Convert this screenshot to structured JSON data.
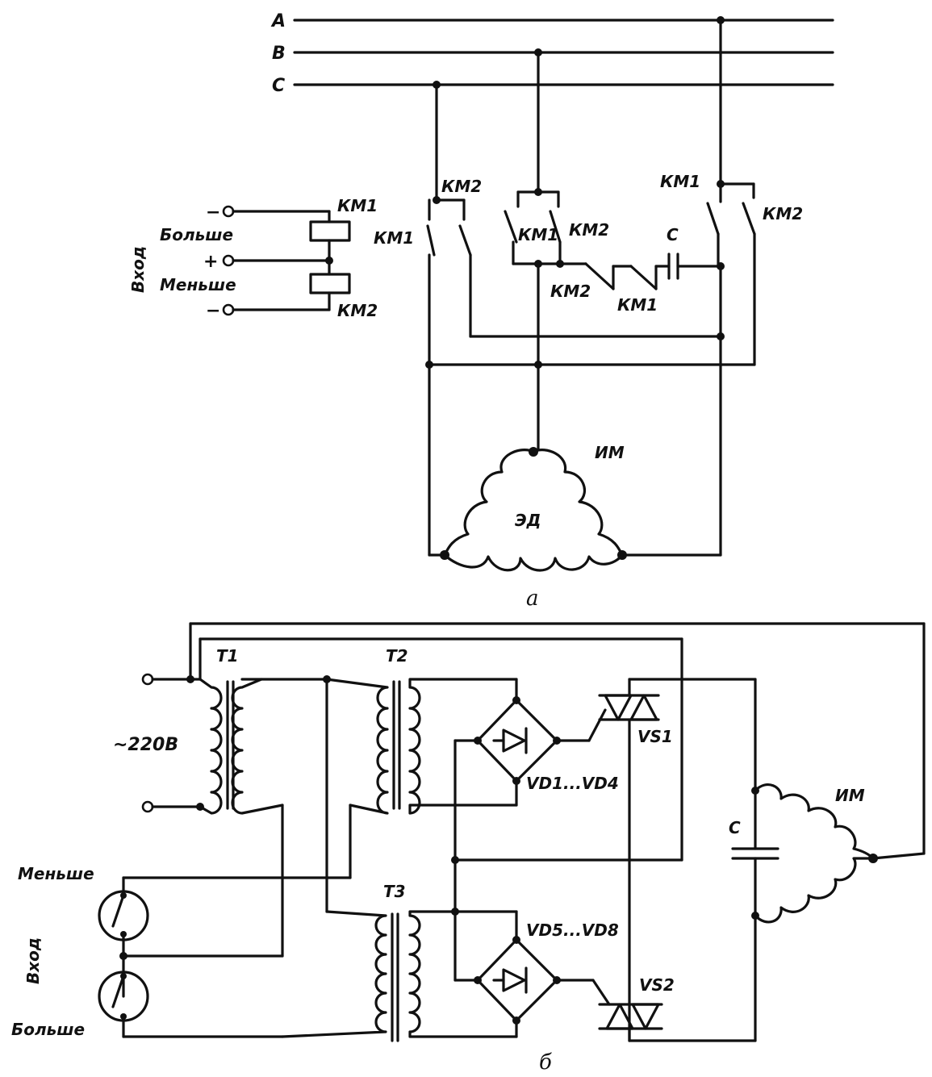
{
  "diagram_a": {
    "phases": [
      "A",
      "B",
      "C"
    ],
    "input_label": "Вход",
    "more_label": "Больше",
    "less_label": "Меньше",
    "term_minus_top": "−",
    "term_plus": "+",
    "term_minus_bottom": "−",
    "coil_km1": "КМ1",
    "coil_km2": "КМ2",
    "left_km1": "КМ1",
    "left_km2": "КМ2",
    "mid_km1": "КМ1",
    "mid_km2": "КМ2",
    "interlock_km2": "КМ2",
    "interlock_km1": "КМ1",
    "capacitor": "С",
    "right_km1": "КМ1",
    "right_km2": "КМ2",
    "motor_label": "ИМ",
    "motor_name": "ЭД",
    "caption": "а"
  },
  "diagram_b": {
    "supply": "~220В",
    "t1": "Т1",
    "t2": "Т2",
    "t3": "Т3",
    "bridge1": "VD1...VD4",
    "bridge2": "VD5...VD8",
    "triac1": "VS1",
    "triac2": "VS2",
    "capacitor": "С",
    "motor_label": "ИМ",
    "less_label": "Меньше",
    "input_label": "Вход",
    "more_label": "Больше",
    "caption": "б"
  }
}
